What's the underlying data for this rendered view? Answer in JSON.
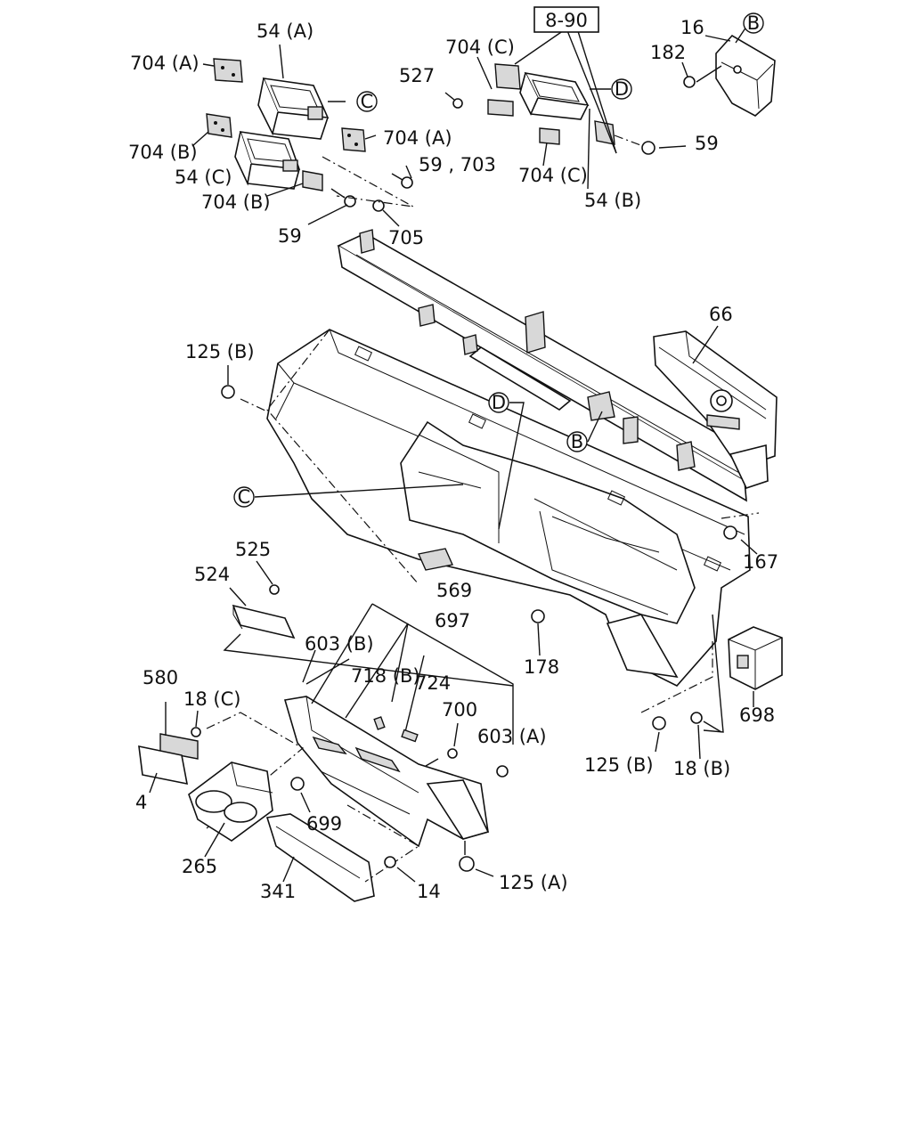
{
  "ref_box": "8-90",
  "markers": {
    "B": "B",
    "C": "C",
    "D": "D"
  },
  "labels": {
    "p54a": "54 (A)",
    "p704a_left": "704 (A)",
    "p704b_left": "704 (B)",
    "p54c": "54 (C)",
    "p704b_bottom": "704 (B)",
    "p704a_mid": "704 (A)",
    "p59_703": "59 , 703",
    "p59_left": "59",
    "p705": "705",
    "p704c_top": "704 (C)",
    "p527": "527",
    "p704c_bottom": "704 (C)",
    "p54b": "54 (B)",
    "p59_right": "59",
    "p16": "16",
    "p182": "182",
    "p66": "66",
    "p125b_top": "125 (B)",
    "p167": "167",
    "p525": "525",
    "p524": "524",
    "p569": "569",
    "p697": "697",
    "p603b": "603 (B)",
    "p178": "178",
    "p718b": "718 (B)",
    "p724": "724",
    "p580": "580",
    "p18c": "18 (C)",
    "p700": "700",
    "p603a": "603 (A)",
    "p698": "698",
    "p125b_bottom": "125 (B)",
    "p18b": "18 (B)",
    "p4": "4",
    "p699": "699",
    "p265": "265",
    "p341": "341",
    "p14": "14",
    "p125a": "125 (A)"
  }
}
